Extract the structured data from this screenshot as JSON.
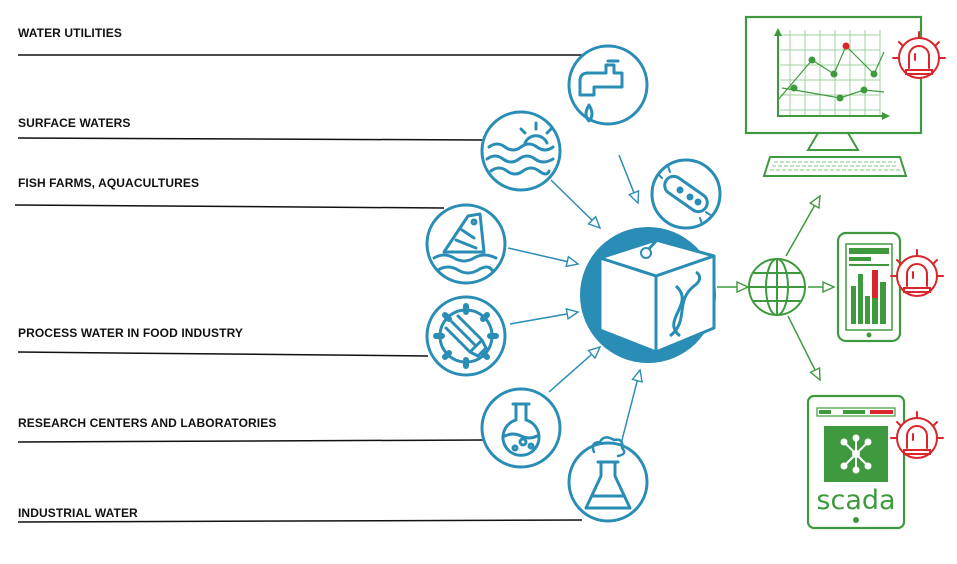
{
  "sources": [
    {
      "label": "WATER UTILITIES",
      "icon": "water-tap-icon"
    },
    {
      "label": "SURFACE WATERS",
      "icon": "sun-waves-icon"
    },
    {
      "label": "FISH FARMS, AQUACULTURES",
      "icon": "fish-icon"
    },
    {
      "label": "PROCESS WATER IN FOOD INDUSTRY",
      "icon": "fork-gear-icon"
    },
    {
      "label": "RESEARCH CENTERS AND LABORATORIES",
      "icon": "flask-icon"
    },
    {
      "label": "INDUSTRIAL WATER",
      "icon": "industrial-flask-icon"
    }
  ],
  "center": {
    "icon": "analyzer-box-icon",
    "sub_icon": "bacteria-icon"
  },
  "network": {
    "icon": "globe-icon"
  },
  "outputs": [
    {
      "icon": "monitor-chart-icon",
      "alarm": "alarm-siren-icon"
    },
    {
      "icon": "mobile-app-icon",
      "alarm": "alarm-siren-icon"
    },
    {
      "icon": "scada-tablet-icon",
      "alarm": "alarm-siren-icon",
      "text": "scada"
    }
  ],
  "colors": {
    "teal": "#2a8db5",
    "green": "#3f9a3f",
    "red": "#d9252b",
    "line": "#111111"
  }
}
